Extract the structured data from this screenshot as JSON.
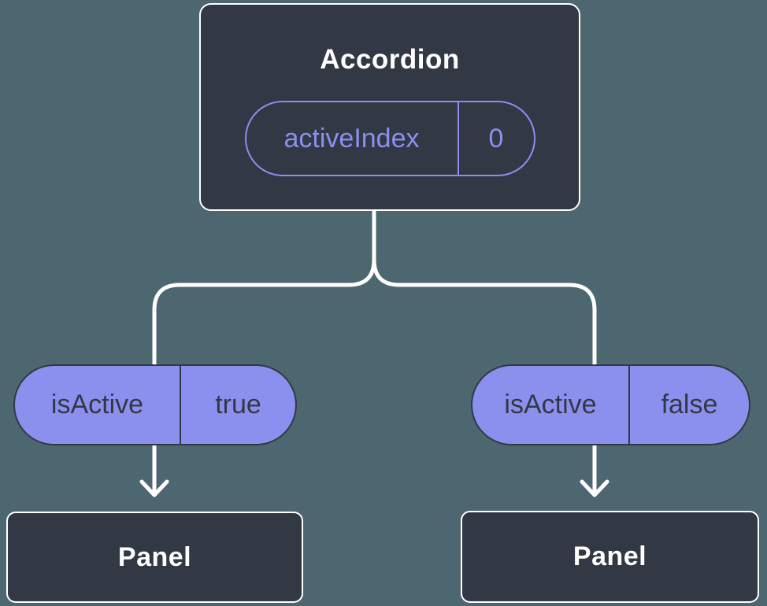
{
  "colors": {
    "background": "#4D6770",
    "node_fill": "#333845",
    "node_border": "#FFFFFF",
    "accent_purple": "#8A8FF0",
    "prop_pill_fill": "#8B90EE",
    "dark_text": "#333845",
    "light_text": "#FFFFFF",
    "connector": "#FFFFFF"
  },
  "tree": {
    "root": {
      "title": "Accordion",
      "state": {
        "name": "activeIndex",
        "value": "0"
      }
    },
    "children": [
      {
        "prop": {
          "name": "isActive",
          "value": "true"
        },
        "title": "Panel"
      },
      {
        "prop": {
          "name": "isActive",
          "value": "false"
        },
        "title": "Panel"
      }
    ]
  }
}
